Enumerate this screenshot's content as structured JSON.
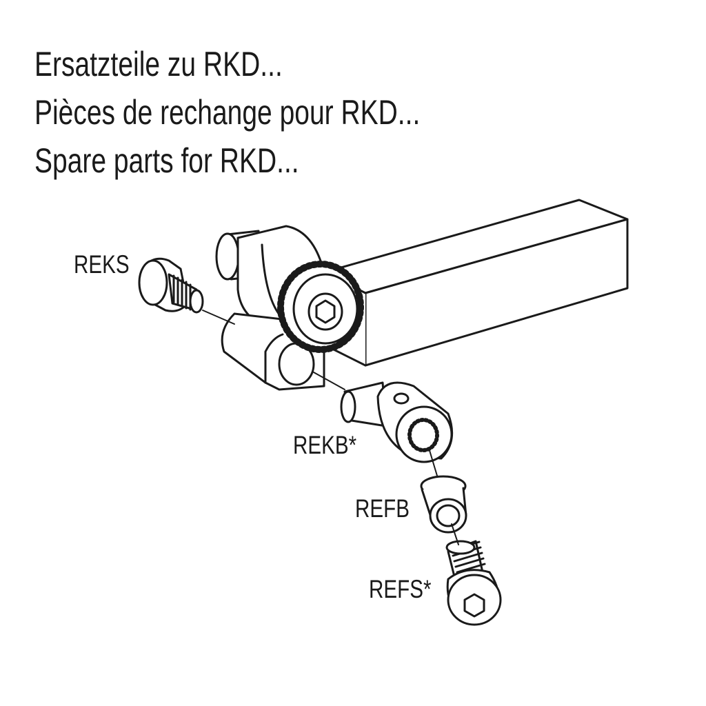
{
  "titles": {
    "de": "Ersatzteile zu RKD...",
    "fr": "Pièces de rechange pour RKD...",
    "en": "Spare parts for RKD..."
  },
  "parts": [
    {
      "id": "reks",
      "label": "REKS"
    },
    {
      "id": "rekb",
      "label": "REKB*"
    },
    {
      "id": "refb",
      "label": "REFB"
    },
    {
      "id": "refs",
      "label": "REFS*"
    }
  ],
  "colors": {
    "stroke": "#1a1a1a",
    "fill": "#ffffff",
    "shade": "#e8e8e8"
  }
}
